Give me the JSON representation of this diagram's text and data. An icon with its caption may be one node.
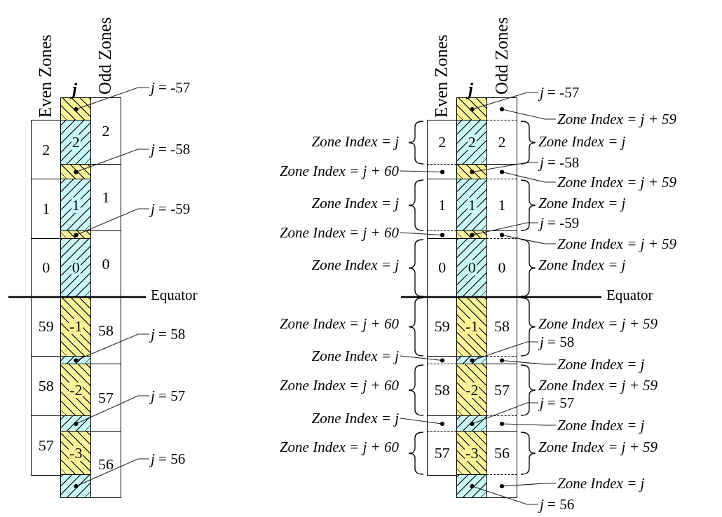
{
  "diagram": {
    "nodes": [
      {
        "text": [
          "2"
        ]
      },
      {
        "text": [
          "1"
        ]
      },
      {
        "text": [
          "0"
        ]
      },
      {
        "text": [
          "59"
        ]
      },
      {
        "text": [
          "58"
        ]
      },
      {
        "text": [
          "57"
        ]
      },
      {
        "text": [],
        "shape": "box"
      },
      {
        "text": [
          "2"
        ]
      },
      {
        "text": [],
        "shape": "box"
      },
      {
        "text": [
          "1"
        ]
      },
      {
        "text": [],
        "shape": "box"
      },
      {
        "text": [
          "0"
        ]
      },
      {
        "text": [
          "-1"
        ]
      },
      {
        "text": [],
        "shape": "box"
      },
      {
        "text": [
          "-2"
        ]
      },
      {
        "text": [],
        "shape": "box"
      },
      {
        "text": [
          "-3"
        ]
      },
      {
        "text": [],
        "shape": "box"
      },
      {
        "text": [
          "2"
        ]
      },
      {
        "text": [
          "1"
        ]
      },
      {
        "text": [
          "0"
        ]
      },
      {
        "text": [
          "58"
        ]
      },
      {
        "text": [
          "57"
        ]
      },
      {
        "text": [
          "56"
        ]
      },
      {
        "text": [
          "*j* = -57"
        ]
      },
      {
        "text": [
          "*j* = -58"
        ]
      },
      {
        "text": [
          "*j* = -59"
        ]
      },
      {
        "text": [
          "*j* = 58"
        ]
      },
      {
        "text": [
          "*j* = 57"
        ]
      },
      {
        "text": [
          "*j* = 56"
        ]
      },
      {
        "text": [
          "2"
        ]
      },
      {
        "text": [],
        "shape": "box"
      },
      {
        "text": [
          "1"
        ]
      },
      {
        "text": [],
        "shape": "box"
      },
      {
        "text": [
          "0"
        ]
      },
      {
        "text": [
          "59"
        ]
      },
      {
        "text": [],
        "shape": "box"
      },
      {
        "text": [
          "58"
        ]
      },
      {
        "text": [],
        "shape": "box"
      },
      {
        "text": [
          "57"
        ]
      },
      {
        "text": [],
        "shape": "box"
      },
      {
        "text": [
          "2"
        ]
      },
      {
        "text": [],
        "shape": "box"
      },
      {
        "text": [
          "1"
        ]
      },
      {
        "text": [],
        "shape": "box"
      },
      {
        "text": [
          "0"
        ]
      },
      {
        "text": [
          "-1"
        ]
      },
      {
        "text": [],
        "shape": "box"
      },
      {
        "text": [
          "-2"
        ]
      },
      {
        "text": [],
        "shape": "box"
      },
      {
        "text": [
          "-3"
        ]
      },
      {
        "text": [],
        "shape": "box"
      },
      {
        "text": [],
        "shape": "box"
      },
      {
        "text": [
          "2"
        ]
      },
      {
        "text": [],
        "shape": "box"
      },
      {
        "text": [
          "1"
        ]
      },
      {
        "text": [],
        "shape": "box"
      },
      {
        "text": [
          "0"
        ]
      },
      {
        "text": [
          "58"
        ]
      },
      {
        "text": [],
        "shape": "box"
      },
      {
        "text": [
          "57"
        ]
      },
      {
        "text": [],
        "shape": "box"
      },
      {
        "text": [
          "56"
        ]
      },
      {
        "text": [],
        "shape": "box"
      },
      {
        "text": [
          "*j* = -57"
        ]
      },
      {
        "text": [
          "Zone Index = j + 59"
        ]
      },
      {
        "text": [
          "*j* = -58"
        ]
      },
      {
        "text": [
          "Zone Index = j + 59"
        ]
      },
      {
        "text": [
          "*j* = -59"
        ]
      },
      {
        "text": [
          "Zone Index = j + 59"
        ]
      },
      {
        "text": [
          "*j* = 58"
        ]
      },
      {
        "text": [
          "Zone Index = j"
        ]
      },
      {
        "text": [
          "*j* = 57"
        ]
      },
      {
        "text": [
          "Zone Index = j"
        ]
      },
      {
        "text": [
          "Zone Index = j"
        ]
      },
      {
        "text": [
          "*j* = 56"
        ]
      },
      {
        "text": [
          "Zone Index = j + 60"
        ]
      },
      {
        "text": [
          "Zone Index = j + 60"
        ]
      },
      {
        "text": [
          "Zone Index = j"
        ]
      },
      {
        "text": [
          "Zone Index = j"
        ]
      }
    ],
    "edges": [
      {
        "from": 24,
        "to": 6,
        "arrow": "other"
      },
      {
        "from": 25,
        "to": 8,
        "arrow": "other"
      },
      {
        "from": 26,
        "to": 10,
        "arrow": "other"
      },
      {
        "from": 27,
        "to": 13,
        "arrow": "other"
      },
      {
        "from": 28,
        "to": 15,
        "arrow": "other"
      },
      {
        "from": 29,
        "to": 17,
        "arrow": "other"
      },
      {
        "from": 64,
        "to": 40,
        "arrow": "other"
      },
      {
        "from": 65,
        "to": 52,
        "arrow": "other"
      },
      {
        "from": 66,
        "to": 42,
        "arrow": "other"
      },
      {
        "from": 67,
        "to": 54,
        "arrow": "other"
      },
      {
        "from": 68,
        "to": 44,
        "arrow": "other"
      },
      {
        "from": 69,
        "to": 56,
        "arrow": "other"
      },
      {
        "from": 70,
        "to": 47,
        "arrow": "other"
      },
      {
        "from": 71,
        "to": 59,
        "arrow": "other"
      },
      {
        "from": 72,
        "to": 49,
        "arrow": "other"
      },
      {
        "from": 73,
        "to": 61,
        "arrow": "other"
      },
      {
        "from": 74,
        "to": 63,
        "arrow": "other"
      },
      {
        "from": 75,
        "to": 51,
        "arrow": "other"
      },
      {
        "from": 76,
        "to": 31,
        "arrow": "other"
      },
      {
        "from": 77,
        "to": 33,
        "arrow": "other"
      },
      {
        "from": 78,
        "to": 36,
        "arrow": "other"
      },
      {
        "from": 79,
        "to": 38,
        "arrow": "other"
      }
    ],
    "labels": [
      "Even Zones",
      "j",
      "Odd Zones",
      "Equator",
      "Even Zones",
      "j",
      "Odd Zones",
      "Zone Index = j",
      "Zone Index = j",
      "Zone Index = j",
      "Zone Index = j",
      "Zone Index = j",
      "Zone Index = j",
      "Equator",
      "Zone Index = j + 60",
      "Zone Index = j + 59",
      "Zone Index = j + 60",
      "Zone Index = j + 59",
      "Zone Index = j + 60",
      "Zone Index = j + 59"
    ]
  }
}
